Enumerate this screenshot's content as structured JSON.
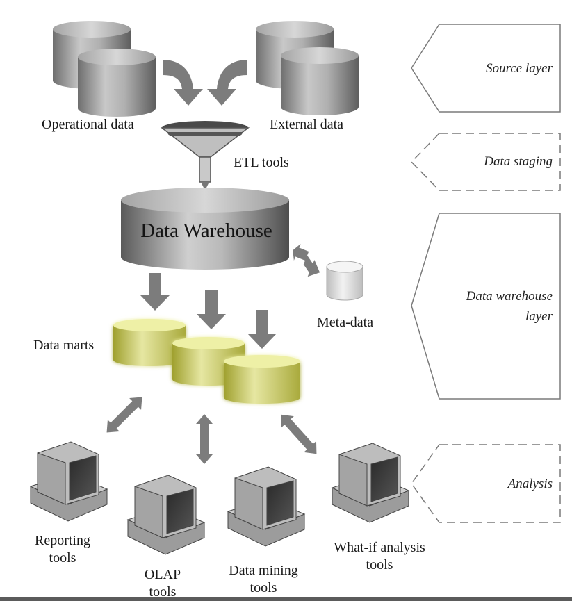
{
  "layers": {
    "source": "Source layer",
    "staging": "Data staging",
    "warehouse_line1": "Data warehouse",
    "warehouse_line2": "layer",
    "analysis": "Analysis"
  },
  "nodes": {
    "operational": "Operational data",
    "external": "External data",
    "etl": "ETL tools",
    "warehouse": "Data Warehouse",
    "metadata": "Meta-data",
    "marts": "Data marts"
  },
  "tools": {
    "reporting_l1": "Reporting",
    "reporting_l2": "tools",
    "olap_l1": "OLAP",
    "olap_l2": "tools",
    "mining_l1": "Data mining",
    "mining_l2": "tools",
    "whatif_l1": "What-if analysis",
    "whatif_l2": "tools"
  },
  "colors": {
    "cylinder_gray": "#9a9a9a",
    "mart_yellow": "#c9c963",
    "arrow_gray": "#7d7d7d",
    "panel_border": "#777777"
  }
}
